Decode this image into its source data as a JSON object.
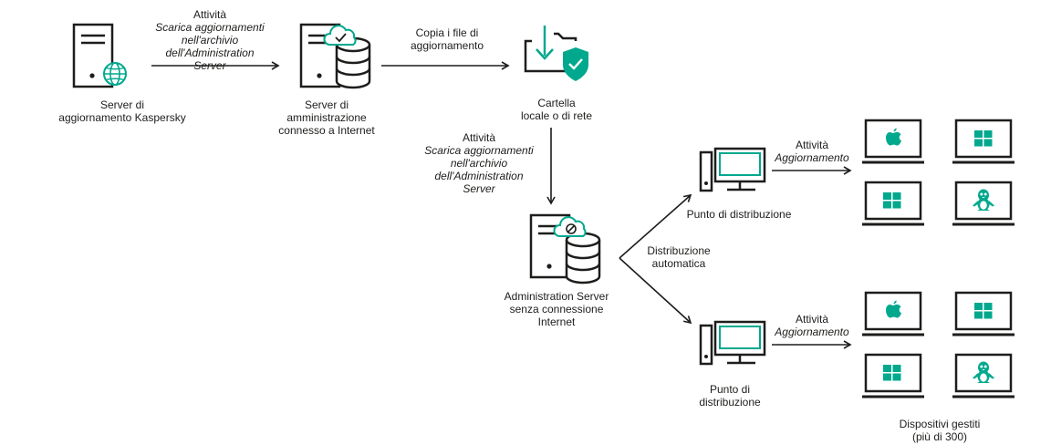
{
  "nodes": {
    "kaspersky_server": {
      "label_line1": "Server di",
      "label_line2": "aggiornamento Kaspersky"
    },
    "admin_server_online": {
      "label_line1": "Server di",
      "label_line2": "amministrazione",
      "label_line3": "connesso a Internet"
    },
    "folder": {
      "label_line1": "Cartella",
      "label_line2": "locale o di rete"
    },
    "admin_server_offline": {
      "label_line1": "Administration Server",
      "label_line2": "senza connessione",
      "label_line3": "Internet"
    },
    "distribution_point_top": {
      "label": "Punto di distribuzione"
    },
    "distribution_point_bottom": {
      "label_line1": "Punto di",
      "label_line2": "distribuzione"
    },
    "managed_devices": {
      "label_line1": "Dispositivi gestiti",
      "label_line2": "(più di 300)"
    }
  },
  "edges": {
    "task_download_1": {
      "title": "Attività",
      "line1": "Scarica aggiornamenti",
      "line2": "nell'archivio dell'Administration",
      "line3": "Server"
    },
    "copy_files": {
      "line1": "Copia i file di",
      "line2": "aggiornamento"
    },
    "task_download_2": {
      "title": "Attività",
      "line1": "Scarica aggiornamenti",
      "line2": "nell'archivio",
      "line3": "dell'Administration",
      "line4": "Server"
    },
    "auto_distribution": {
      "line1": "Distribuzione",
      "line2": "automatica"
    },
    "update_task_top": {
      "title": "Attività",
      "line1": "Aggiornamento"
    },
    "update_task_bottom": {
      "title": "Attività",
      "line1": "Aggiornamento"
    }
  },
  "colors": {
    "accent": "#00a88e",
    "line": "#1d1d1b"
  },
  "device_os_icons": [
    "apple-icon",
    "windows-icon",
    "windows-icon",
    "linux-icon"
  ]
}
